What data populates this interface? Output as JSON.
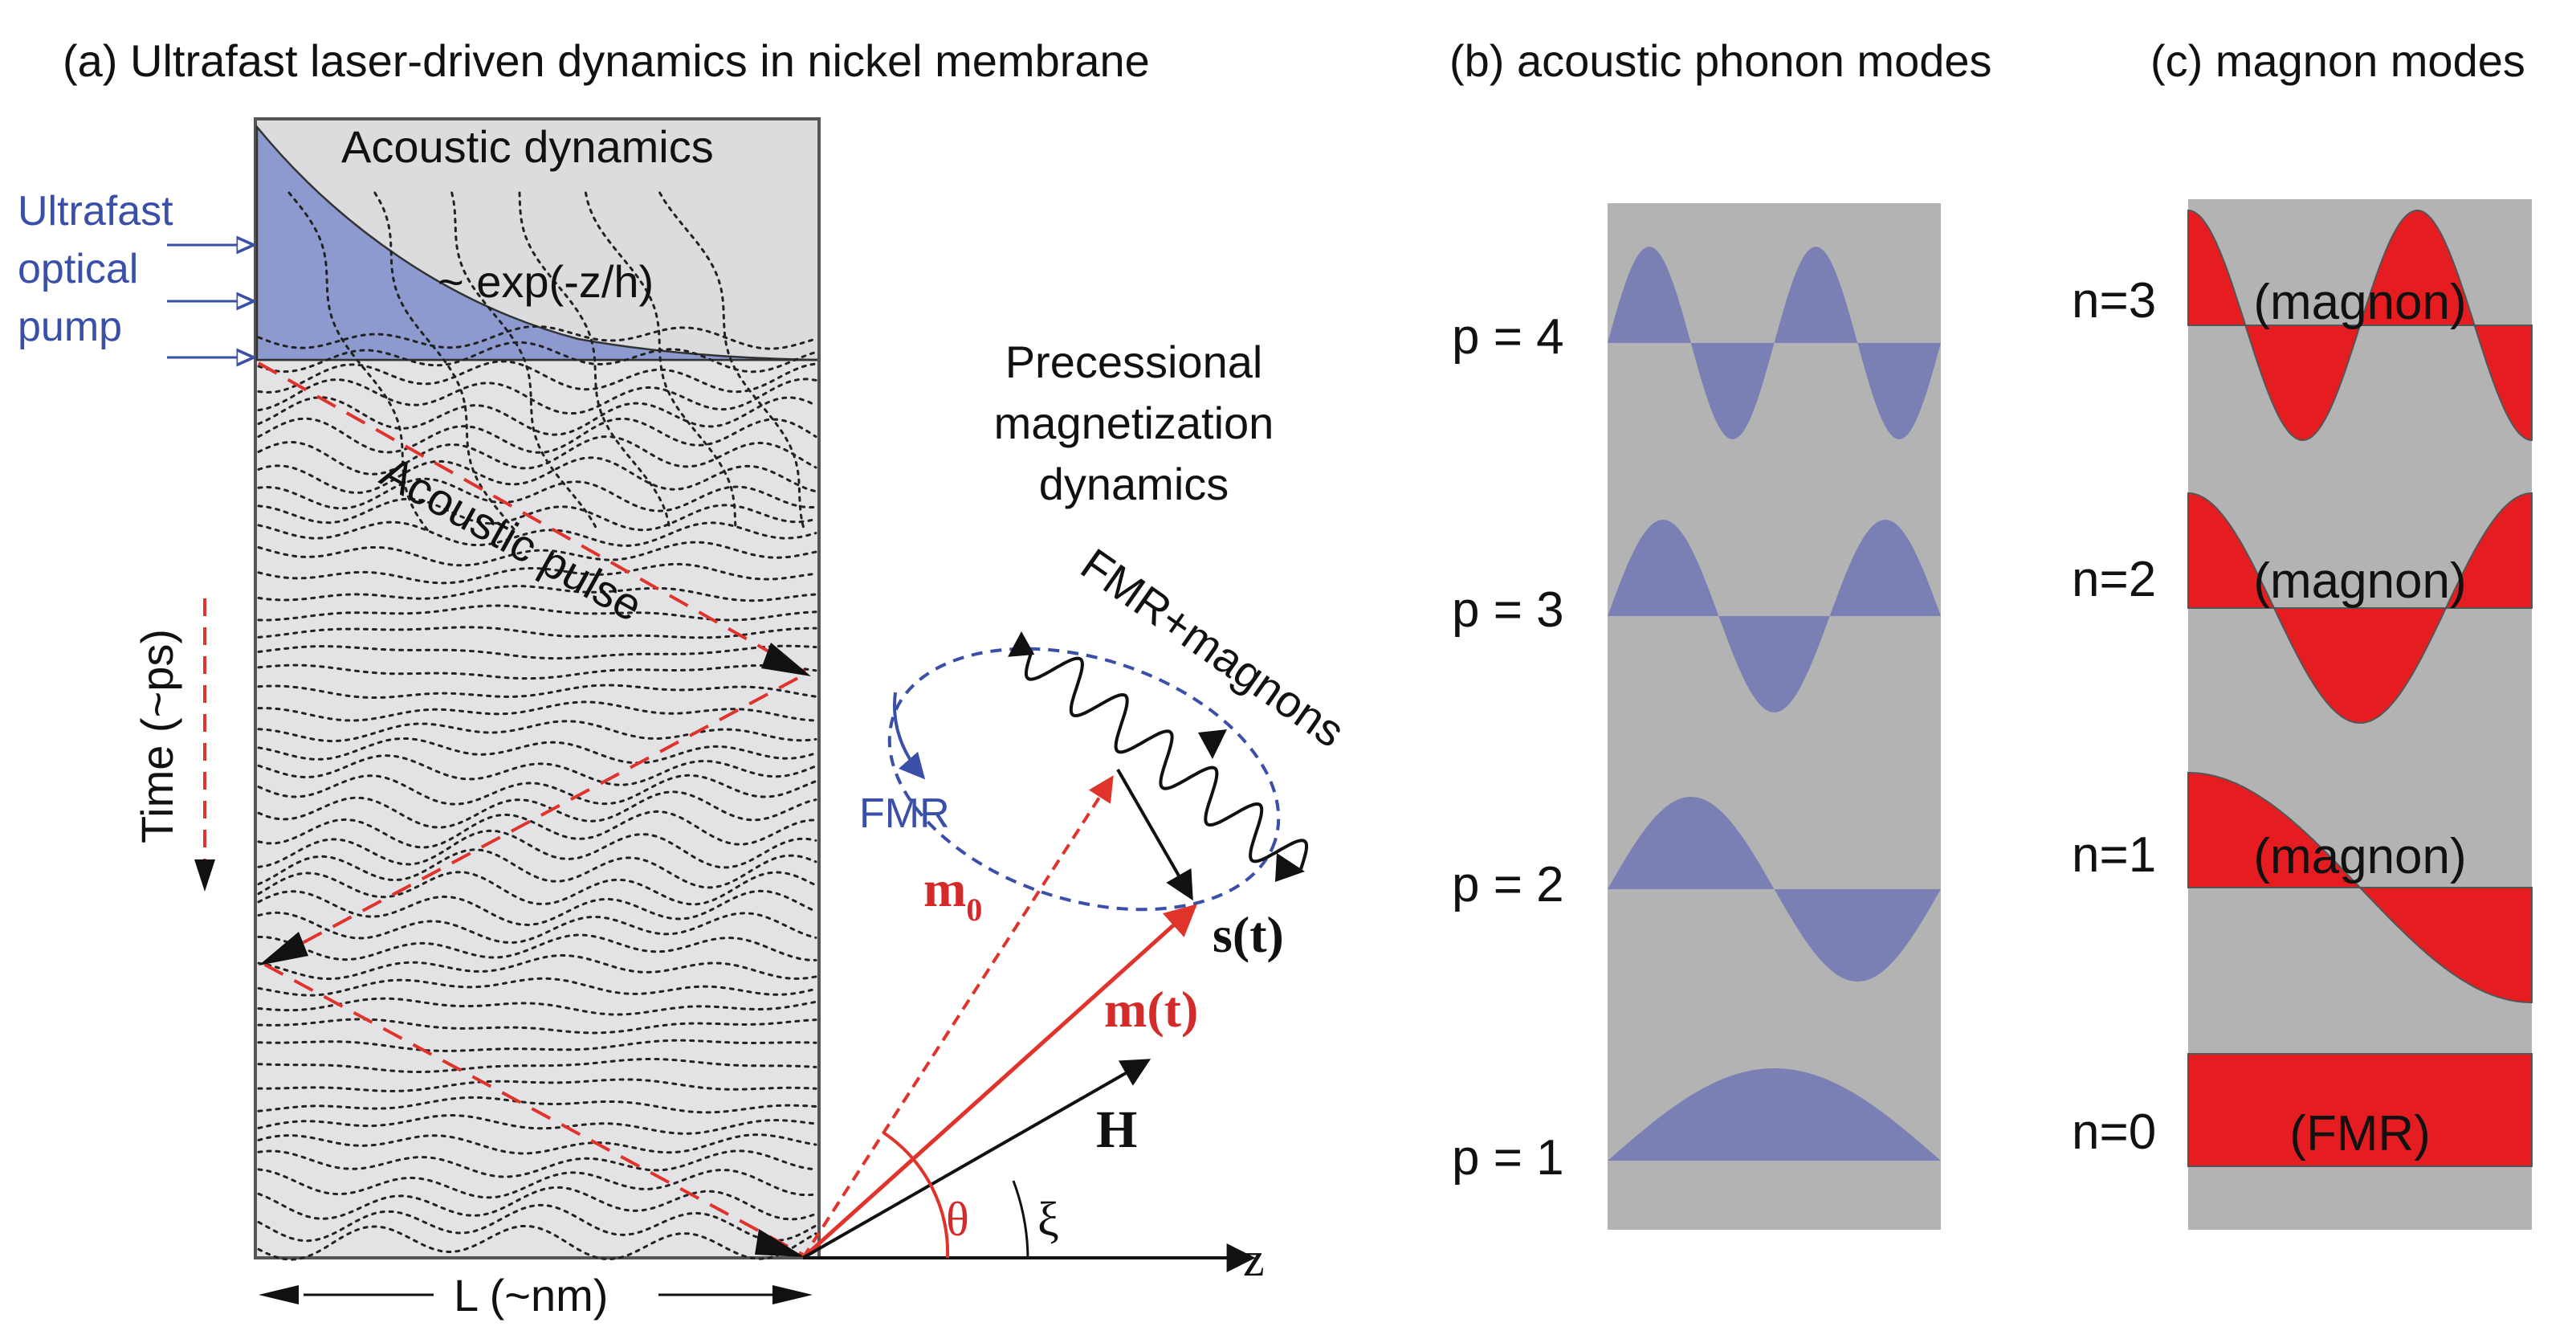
{
  "colors": {
    "panel_gray": "#e3e3e5",
    "top_gray": "#dcdcde",
    "mode_bg": "#b3b3b3",
    "phonon_fill": "#7b80b4",
    "pump_fill": "#8c9acf",
    "magnon_fill": "#e51d21",
    "pulse_red": "#e0332c",
    "fmr_blue": "#3a4fa8"
  },
  "panel_a": {
    "title": "(a)  Ultrafast laser-driven dynamics in nickel membrane",
    "acoustic_dynamics": "Acoustic dynamics",
    "pump_lines": [
      "Ultrafast",
      "optical",
      "pump"
    ],
    "decay_formula": "~ exp(-z/h)",
    "acoustic_pulse": "Acoustic pulse",
    "time_axis": "Time (~ps)",
    "length_axis": "L (~nm)",
    "precession_lines": [
      "Precessional",
      "magnetization",
      "dynamics"
    ],
    "fmr_magnons": "FMR+magnons",
    "fmr": "FMR",
    "m0": "m",
    "m0_sub": "0",
    "s_t": "s(t)",
    "m_t": "m(t)",
    "H": "H",
    "theta": "θ",
    "xi": "ξ",
    "z": "z"
  },
  "panel_b": {
    "title": "(b)  acoustic phonon modes",
    "modes": [
      {
        "label": "p = 4",
        "p": 4
      },
      {
        "label": "p = 3",
        "p": 3
      },
      {
        "label": "p = 2",
        "p": 2
      },
      {
        "label": "p = 1",
        "p": 1
      }
    ]
  },
  "panel_c": {
    "title": "(c)  magnon modes",
    "modes": [
      {
        "label": "n=3",
        "text": "(magnon)",
        "n": 3
      },
      {
        "label": "n=2",
        "text": "(magnon)",
        "n": 2
      },
      {
        "label": "n=1",
        "text": "(magnon)",
        "n": 1
      },
      {
        "label": "n=0",
        "text": "(FMR)",
        "n": 0
      }
    ]
  }
}
